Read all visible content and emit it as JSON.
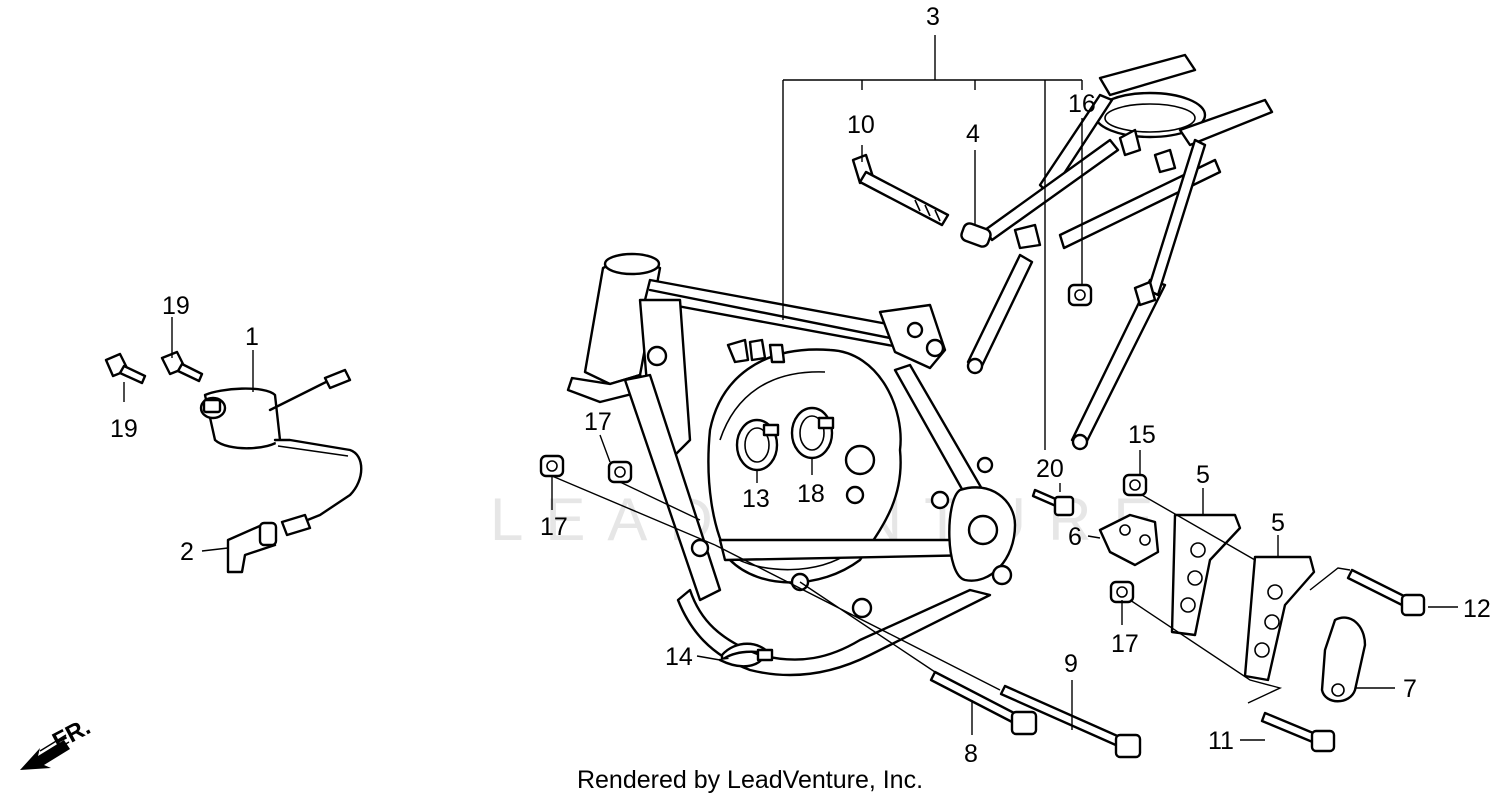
{
  "watermark": "LEADVENTURE",
  "direction_label": "FR.",
  "credit": "Rendered by LeadVenture, Inc.",
  "callouts": [
    "1",
    "2",
    "3",
    "4",
    "5",
    "5",
    "6",
    "7",
    "8",
    "9",
    "10",
    "11",
    "12",
    "13",
    "14",
    "15",
    "16",
    "17",
    "17",
    "17",
    "18",
    "19",
    "19",
    "20"
  ],
  "colors": {
    "line": "#000000",
    "background": "#ffffff",
    "watermark": "#e6e6e6"
  }
}
